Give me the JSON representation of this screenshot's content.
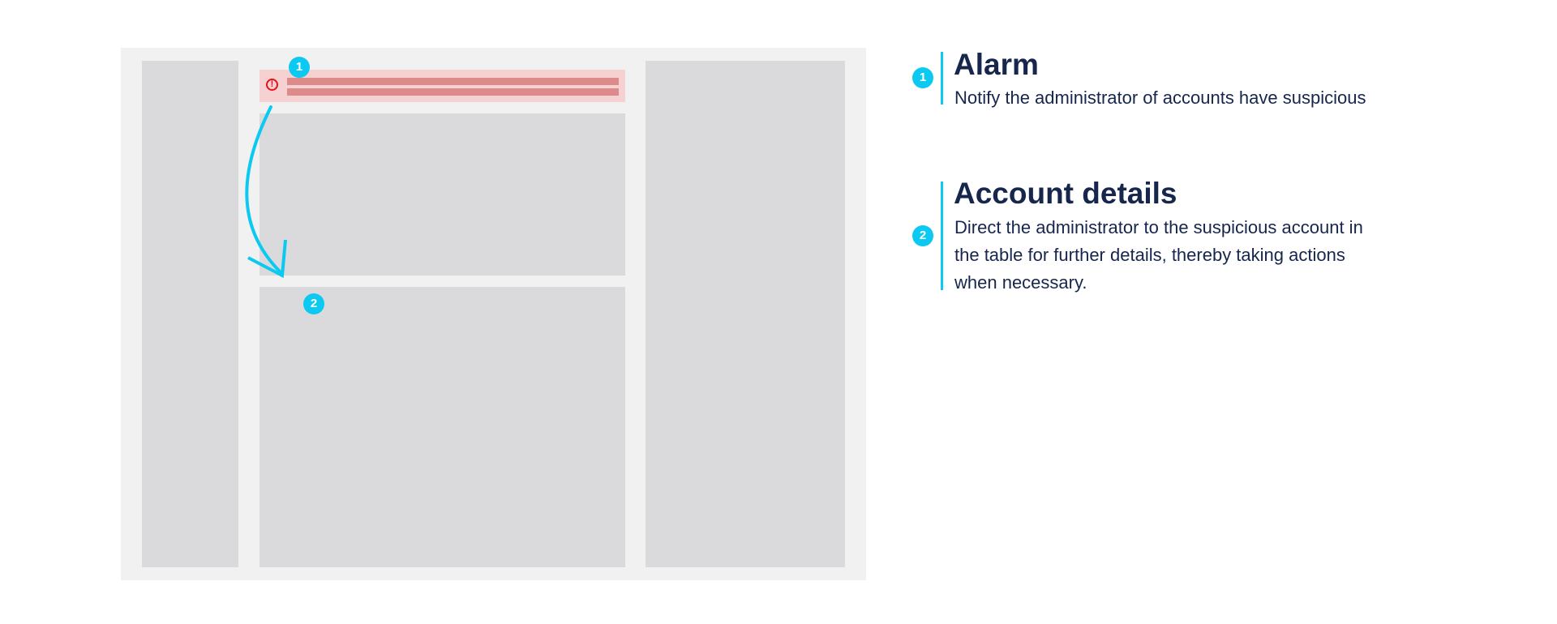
{
  "wireframe": {
    "badges": [
      "1",
      "2"
    ],
    "alert_icon": "exclamation-circle-icon"
  },
  "annotations": [
    {
      "number": "1",
      "title": "Alarm",
      "lines": [
        "Notify the administrator of accounts have suspicious"
      ]
    },
    {
      "number": "2",
      "title": "Account details",
      "lines": [
        "Direct the administrator to the suspicious account in",
        "the table for further details, thereby taking actions",
        "when necessary."
      ]
    }
  ],
  "colors": {
    "accent": "#0cc9f2",
    "text": "#16264c",
    "alarm_bg": "#f6d1d1",
    "alarm_bar": "#dd8a8a",
    "alarm_icon": "#e8101a"
  }
}
